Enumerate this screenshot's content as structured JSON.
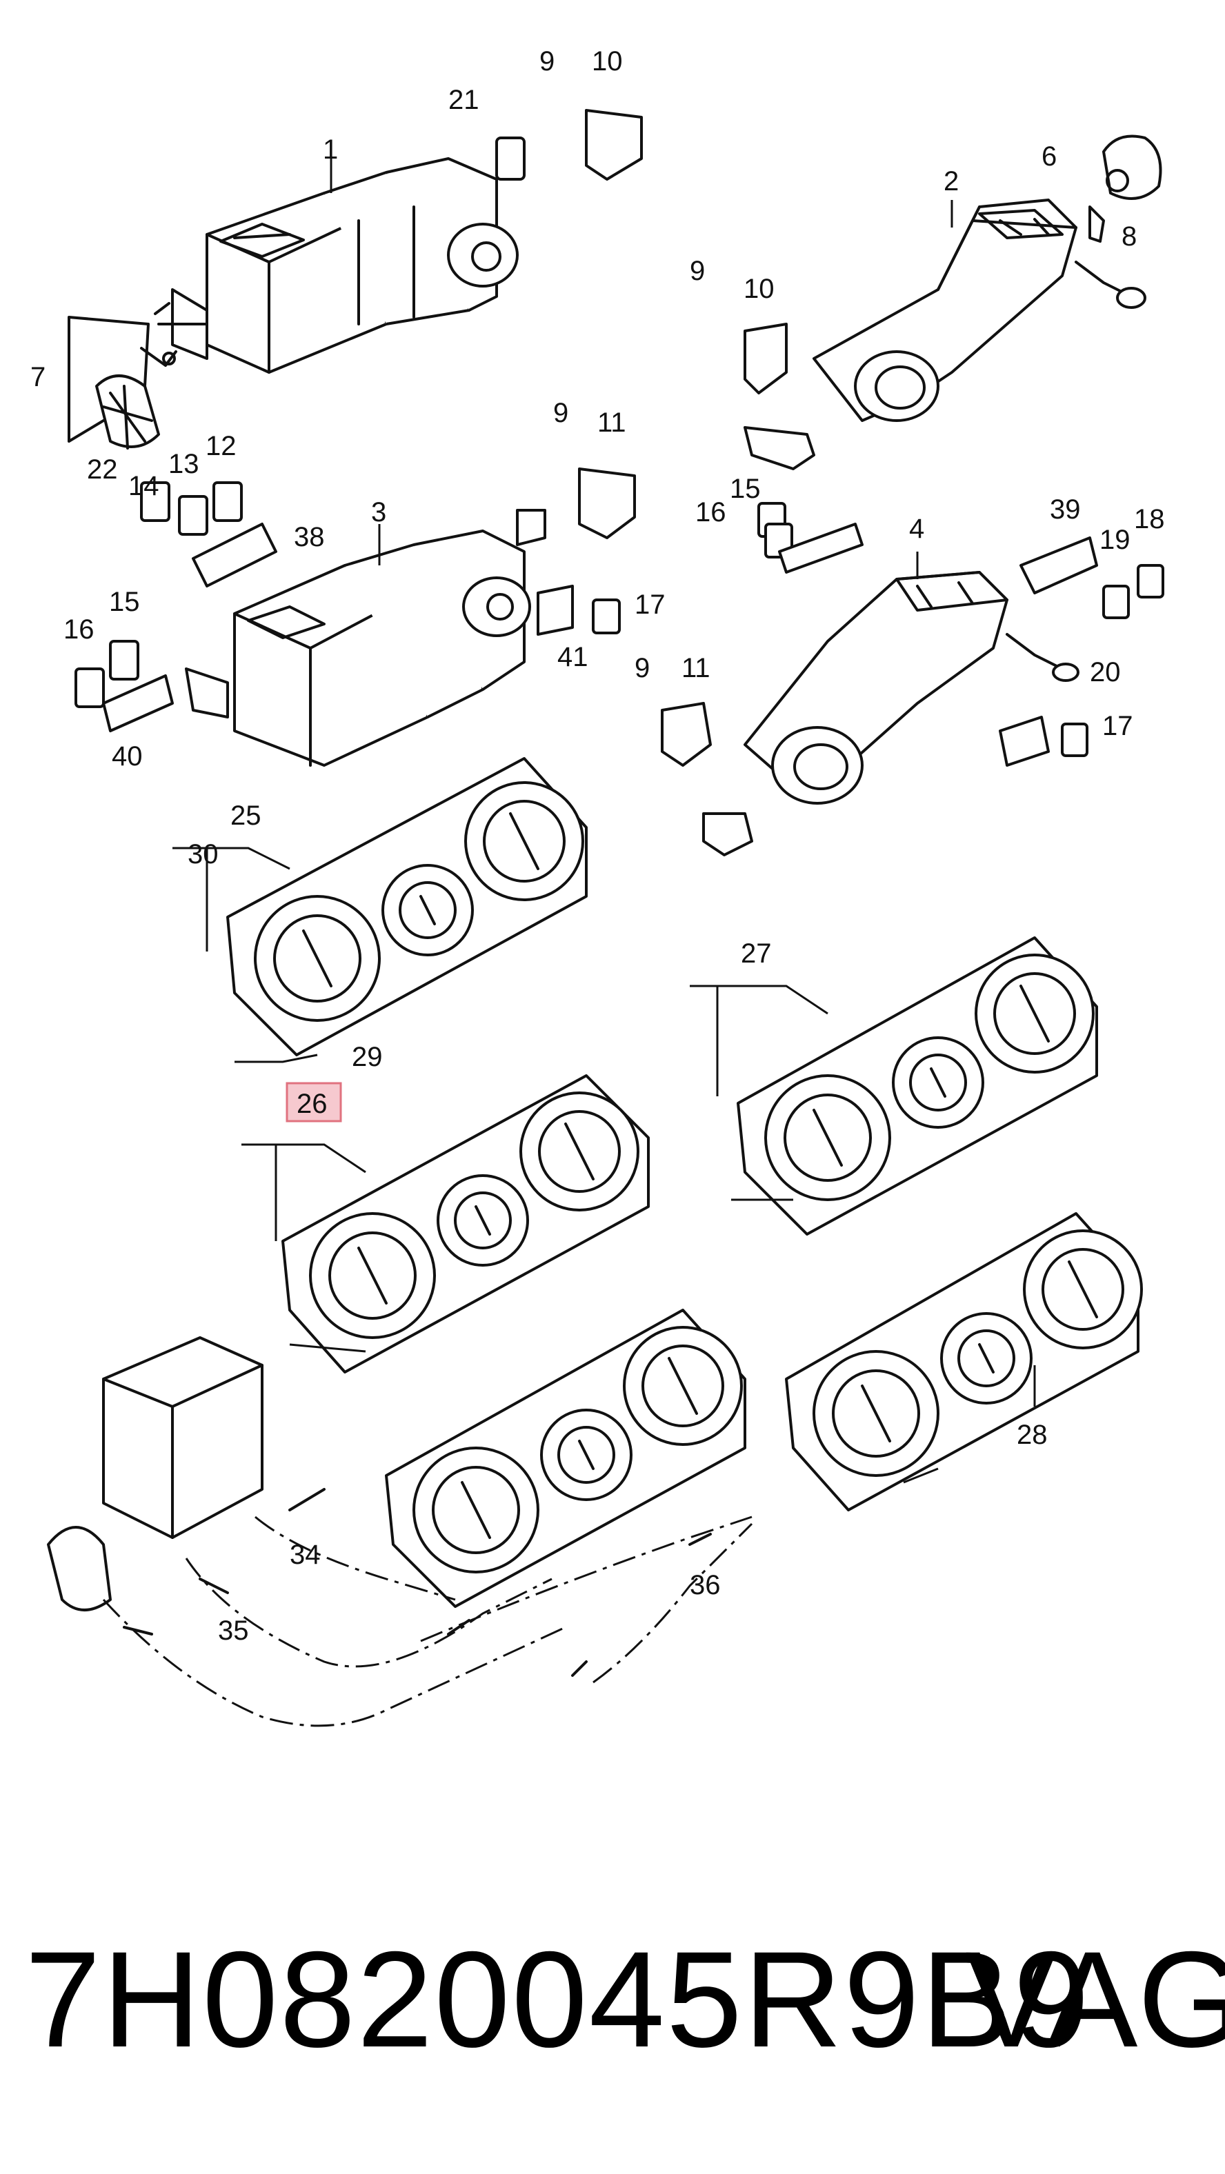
{
  "footer": {
    "part_number": "7H0820045R9B9",
    "brand": "VAG"
  },
  "highlighted_callout": "26",
  "callouts": {
    "c1": "1",
    "c2": "2",
    "c3": "3",
    "c4": "4",
    "c5": "7",
    "c6": "6",
    "c7": "8",
    "c9a": "9",
    "c9b": "9",
    "c9c": "9",
    "c9d": "9",
    "c10a": "10",
    "c10b": "10",
    "c11a": "11",
    "c11b": "11",
    "c12": "12",
    "c13": "13",
    "c14": "14",
    "c15a": "15",
    "c15b": "15",
    "c16a": "16",
    "c16b": "16",
    "c17a": "17",
    "c17b": "17",
    "c18": "18",
    "c19": "19",
    "c20": "20",
    "c21": "21",
    "c22": "22",
    "c25": "25",
    "c26": "26",
    "c27": "27",
    "c28": "28",
    "c29": "29",
    "c30": "30",
    "c34": "34",
    "c35": "35",
    "c36": "36",
    "c38": "38",
    "c39": "39",
    "c40": "40",
    "c41": "41"
  }
}
